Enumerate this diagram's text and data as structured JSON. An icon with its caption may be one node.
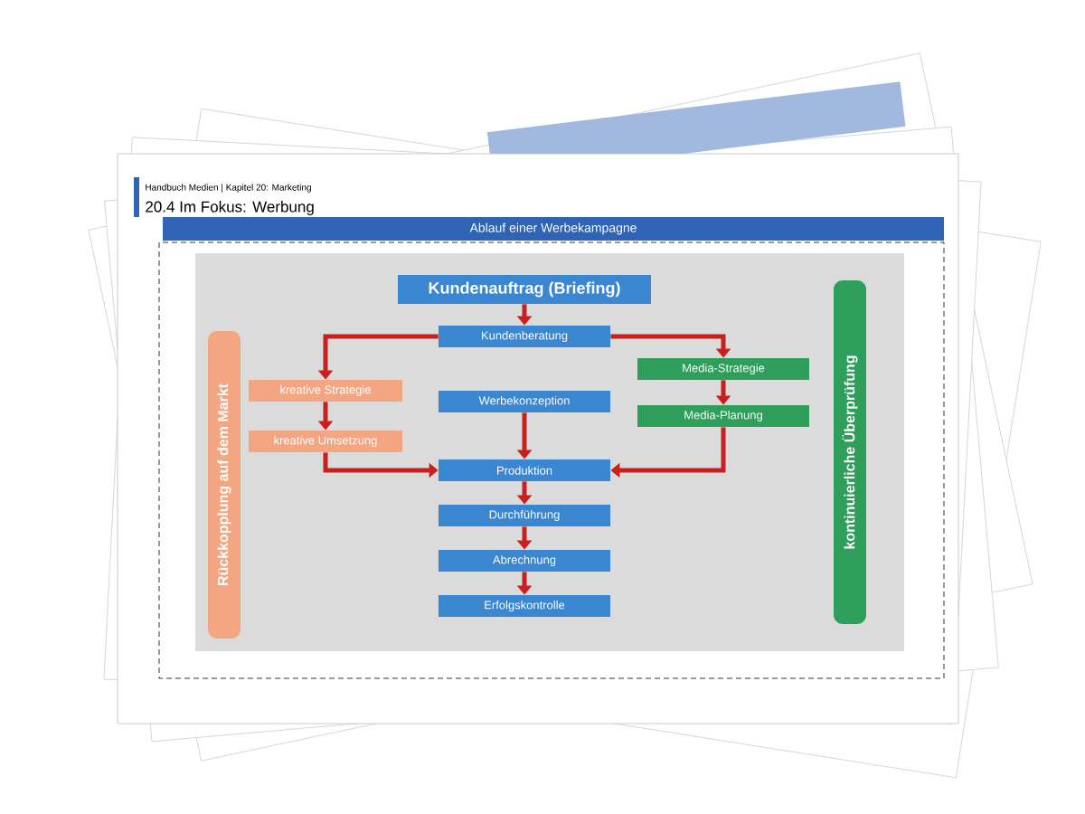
{
  "diagram": {
    "title": "Ablauf einer Werbekampagne",
    "nodes": [
      {
        "text": [
          "Kundenauftrag (Briefing)"
        ]
      },
      {
        "text": [
          "Kundenberatung"
        ]
      },
      {
        "text": [
          "Media-Strategie"
        ]
      },
      {
        "text": [
          "kreative Strategie"
        ]
      },
      {
        "text": [
          "Werbekonzeption"
        ]
      },
      {
        "text": [
          "Media-Planung"
        ]
      },
      {
        "text": [
          "kreative Umsetzung"
        ]
      },
      {
        "text": [
          "Produktion"
        ]
      },
      {
        "text": [
          "Durchführung"
        ]
      },
      {
        "text": [
          "Abrechnung"
        ]
      },
      {
        "text": [
          "Erfolgskontrolle"
        ]
      },
      {
        "text": [
          "Rückkopplung auf dem Markt"
        ]
      },
      {
        "text": [
          "kontinuierliche Überprüfung"
        ]
      }
    ],
    "edges": [
      {
        "from": 0,
        "to": 1,
        "arrow": "to"
      },
      {
        "from": 1,
        "to": 2,
        "arrow": "to"
      },
      {
        "from": 1,
        "to": 3,
        "arrow": "to"
      },
      {
        "from": 2,
        "to": 5,
        "arrow": "to"
      },
      {
        "from": 3,
        "to": 6,
        "arrow": "to"
      },
      {
        "from": 6,
        "to": 7,
        "arrow": "to"
      },
      {
        "from": 5,
        "to": 7,
        "arrow": "to"
      },
      {
        "from": 4,
        "to": 7,
        "arrow": "to"
      },
      {
        "from": 7,
        "to": 8,
        "arrow": "to"
      },
      {
        "from": 8,
        "to": 9,
        "arrow": "to"
      },
      {
        "from": 9,
        "to": 10,
        "arrow": "to"
      }
    ],
    "labels": [
      "Handbuch Medien | Kapitel 20: Marketing",
      "20.4 Im Fokus: Werbung"
    ]
  }
}
